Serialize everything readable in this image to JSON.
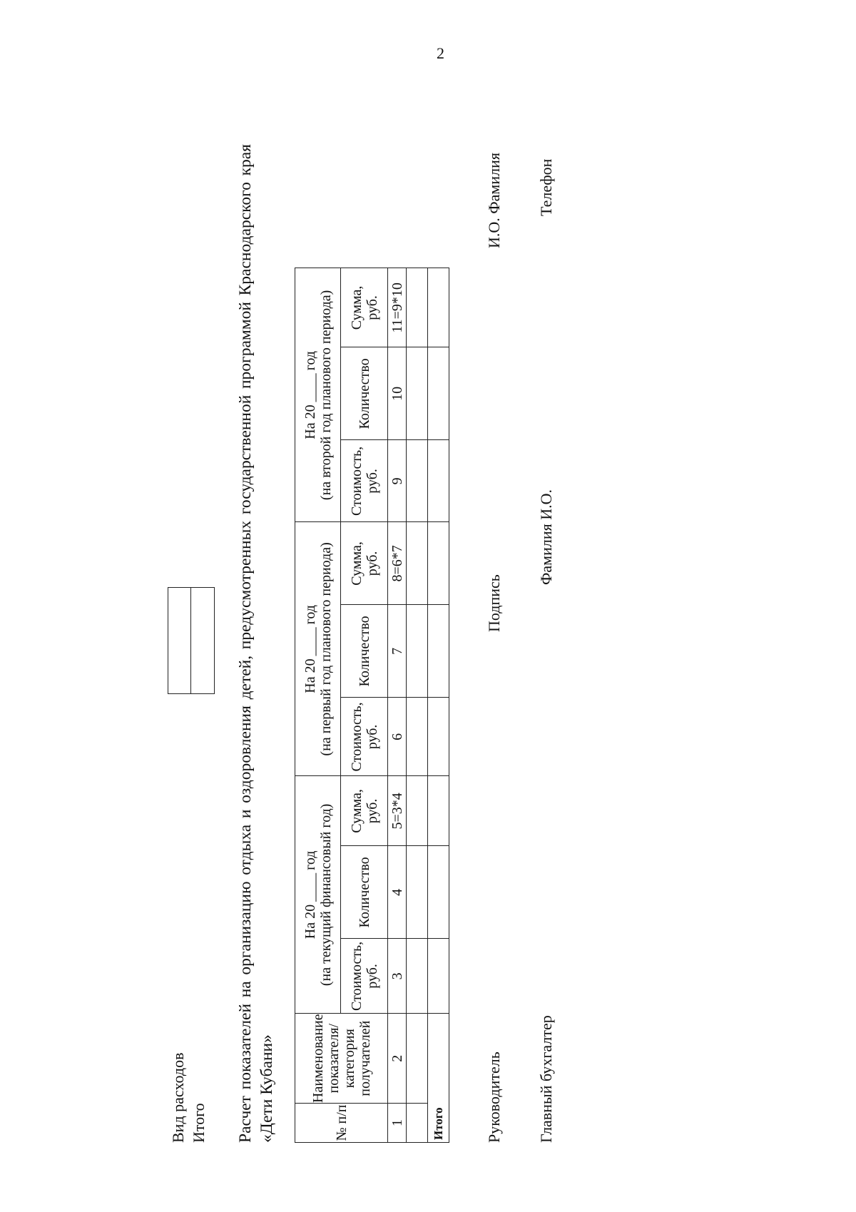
{
  "page_number": "2",
  "header": {
    "vid_label": "Вид расходов",
    "itogo_label": "Итого"
  },
  "title": "Расчет показателей на организацию отдыха и оздоровления детей, предусмотренных государственной программой Краснодарского края «Дети Кубани»",
  "table": {
    "col_num": "№ п/п",
    "col_name": [
      "Наименование",
      "показателя/",
      "категория",
      "получателей"
    ],
    "periods": [
      {
        "year_prefix": "На 20",
        "year_suffix": "год",
        "subtitle": "(на текущий финансовый год)"
      },
      {
        "year_prefix": "На 20",
        "year_suffix": "год",
        "subtitle": "(на первый год планового периода)"
      },
      {
        "year_prefix": "На 20",
        "year_suffix": "год",
        "subtitle": "(на второй год планового периода)"
      }
    ],
    "sub_cols": {
      "cost": [
        "Стоимость,",
        "руб."
      ],
      "qty": "Количество",
      "sum": [
        "Сумма,",
        "руб."
      ]
    },
    "numbering": [
      "1",
      "2",
      "3",
      "4",
      "5=3*4",
      "6",
      "7",
      "8=6*7",
      "9",
      "10",
      "11=9*10"
    ],
    "total_label": "Итого"
  },
  "signatures": {
    "head_label": "Руководитель",
    "signature_label": "Подпись",
    "head_name": "И.О. Фамилия",
    "accountant_label": "Главный бухгалтер",
    "accountant_name": "Фамилия И.О.",
    "phone_label": "Телефон"
  }
}
